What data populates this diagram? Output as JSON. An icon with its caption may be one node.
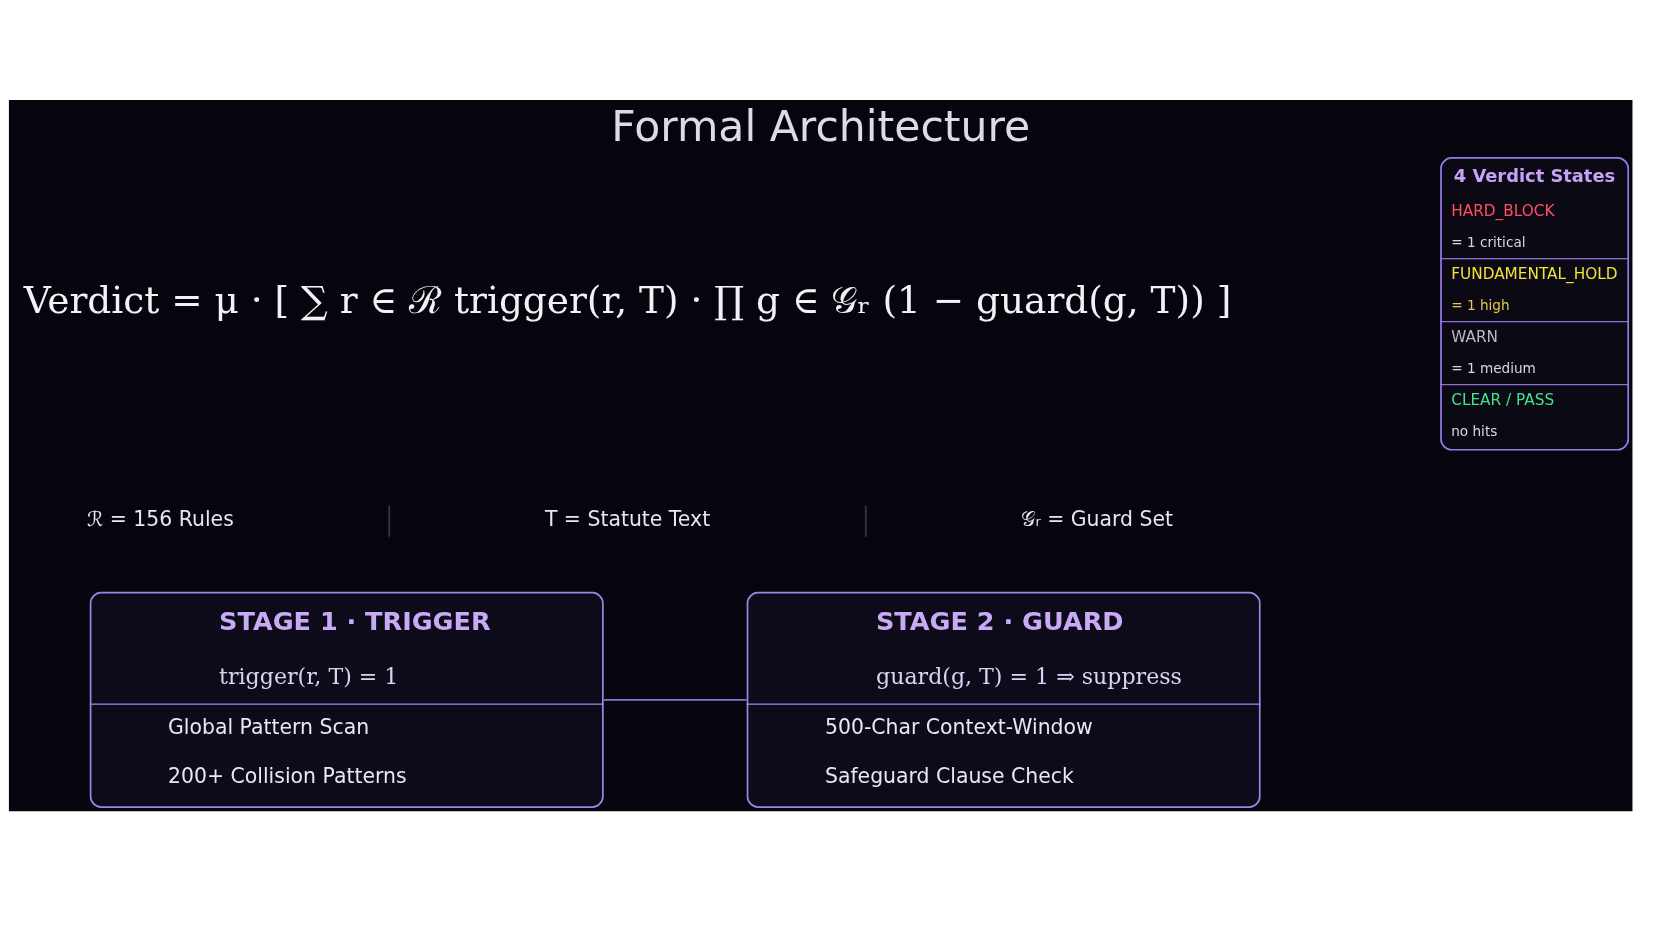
{
  "diagram": {
    "title": "Formal Architecture",
    "nodes": [
      {
        "text": [
          "STAGE 1 · TRIGGER",
          "trigger(r, T) = 1",
          "Global Pattern Scan",
          "200+ Collision Patterns"
        ]
      },
      {
        "text": [
          "STAGE 2 · GUARD",
          "guard(g, T) = 1 ⇒ suppress",
          "500-Char Context-Window",
          "Safeguard Clause Check"
        ]
      },
      {
        "text": [
          "4 Verdict States",
          "HARD_BLOCK",
          "= 1 critical",
          "FUNDAMENTAL_HOLD",
          "= 1 high",
          "WARN",
          "= 1 medium",
          "CLEAR / PASS",
          "no hits"
        ]
      }
    ],
    "edges": [
      {
        "from": 0,
        "to": 1,
        "arrow": "none"
      }
    ],
    "labels": [
      "Verdict = μ · [ ∑ r ∈ ℛ trigger(r, T) · ∏ g ∈ 𝒢ᵣ (1 − guard(g, T)) ]",
      "ℛ = 156 Rules",
      "T = Statute Text",
      "𝒢ᵣ = Guard Set"
    ]
  }
}
